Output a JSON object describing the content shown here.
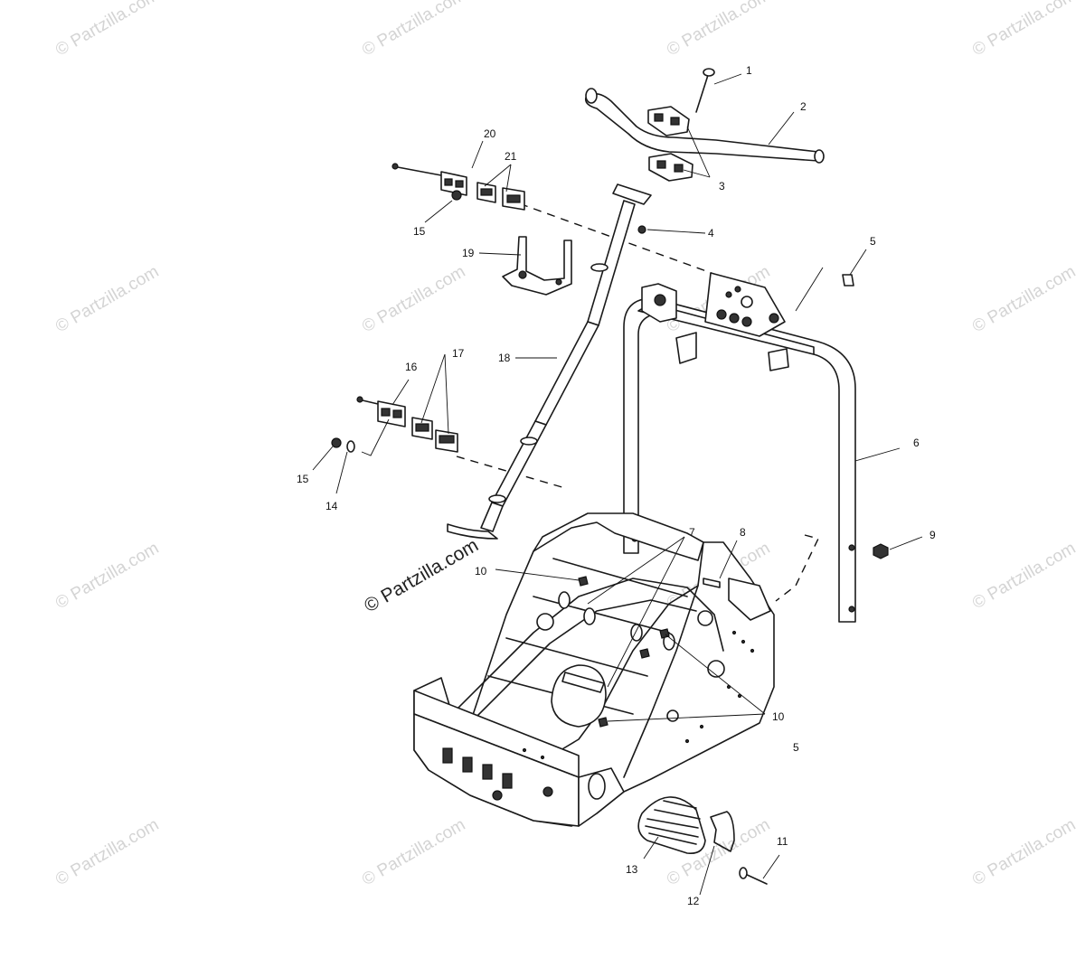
{
  "watermark": {
    "text": "© Partzilla.com",
    "center_text": "© Partzilla.com",
    "color": "#d4d4d4"
  },
  "callouts": {
    "c1": "1",
    "c2": "2",
    "c3": "3",
    "c4": "4",
    "c5a": "5",
    "c5b": "5",
    "c6": "6",
    "c7": "7",
    "c8": "8",
    "c9": "9",
    "c10a": "10",
    "c10b": "10",
    "c11": "11",
    "c12": "12",
    "c13": "13",
    "c14": "14",
    "c15a": "15",
    "c15b": "15",
    "c16": "16",
    "c17": "17",
    "c18": "18",
    "c19": "19",
    "c20": "20",
    "c21": "21"
  },
  "parts": [
    {
      "id": "bolt-top",
      "icon": "bolt-icon"
    },
    {
      "id": "handlebar",
      "icon": "handlebar-icon"
    },
    {
      "id": "handlebar-clamp",
      "icon": "clamp-icon"
    },
    {
      "id": "steering-post",
      "icon": "steering-post-icon"
    },
    {
      "id": "bulkhead-frame",
      "icon": "bulkhead-frame-icon"
    },
    {
      "id": "steering-hoop",
      "icon": "hoop-frame-icon"
    },
    {
      "id": "bumper-grille",
      "icon": "bumper-icon"
    }
  ]
}
